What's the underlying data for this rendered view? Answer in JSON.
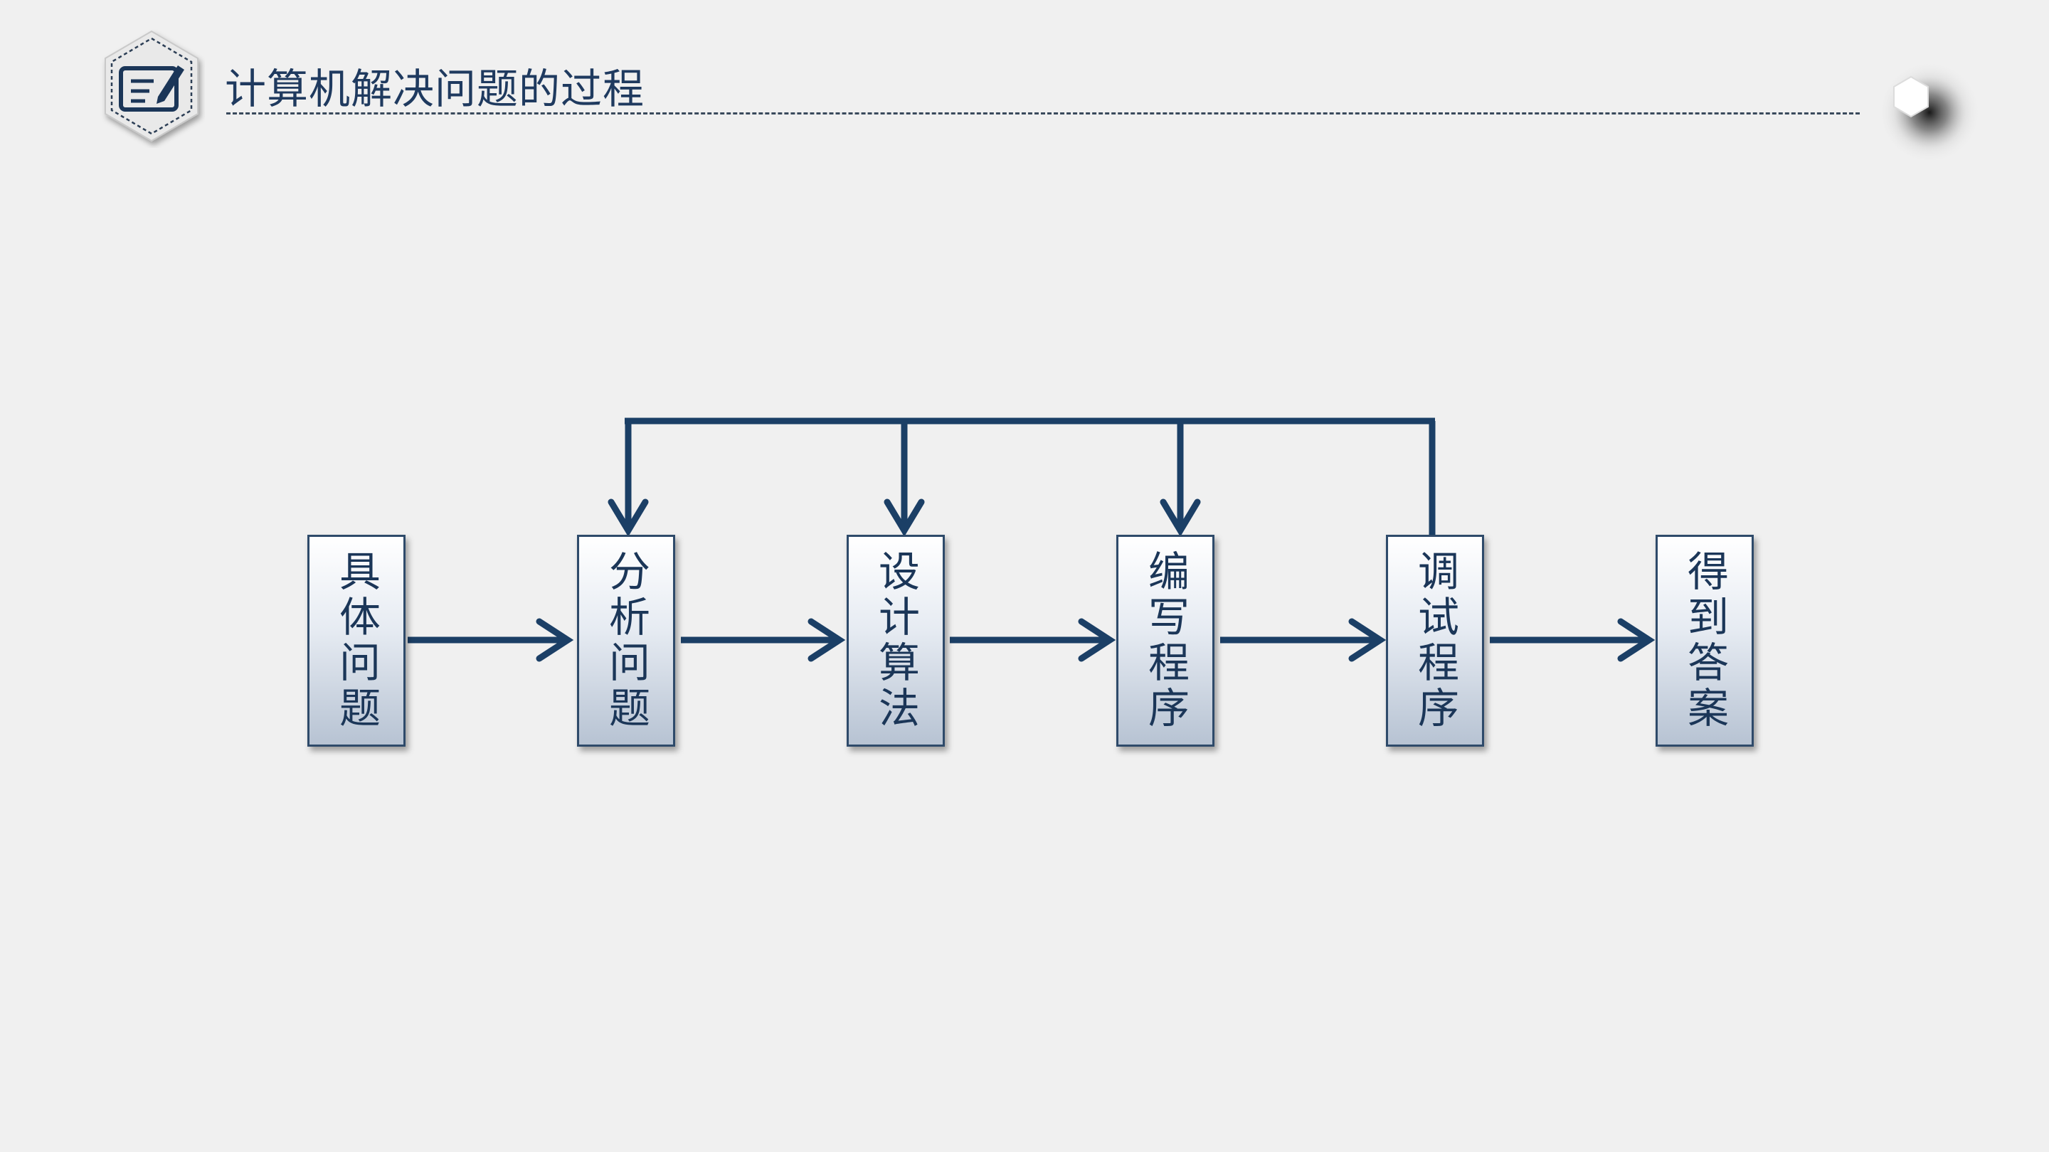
{
  "header": {
    "title": "计算机解决问题的过程",
    "badge_icon": "note-edit-icon"
  },
  "colors": {
    "accent": "#1b3f66",
    "background": "#f0f0f0",
    "box_border": "#2e4a6a",
    "text": "#1b3658"
  },
  "flowchart": {
    "steps": [
      {
        "id": "s1",
        "label": "具体问题"
      },
      {
        "id": "s2",
        "label": "分析问题"
      },
      {
        "id": "s3",
        "label": "设计算法"
      },
      {
        "id": "s4",
        "label": "编写程序"
      },
      {
        "id": "s5",
        "label": "调试程序"
      },
      {
        "id": "s6",
        "label": "得到答案"
      }
    ],
    "edges": [
      {
        "from": "s1",
        "to": "s2"
      },
      {
        "from": "s2",
        "to": "s3"
      },
      {
        "from": "s3",
        "to": "s4"
      },
      {
        "from": "s4",
        "to": "s5"
      },
      {
        "from": "s5",
        "to": "s6"
      },
      {
        "from": "s5",
        "to": "s2",
        "type": "feedback"
      },
      {
        "from": "s5",
        "to": "s3",
        "type": "feedback"
      },
      {
        "from": "s5",
        "to": "s4",
        "type": "feedback"
      }
    ]
  }
}
